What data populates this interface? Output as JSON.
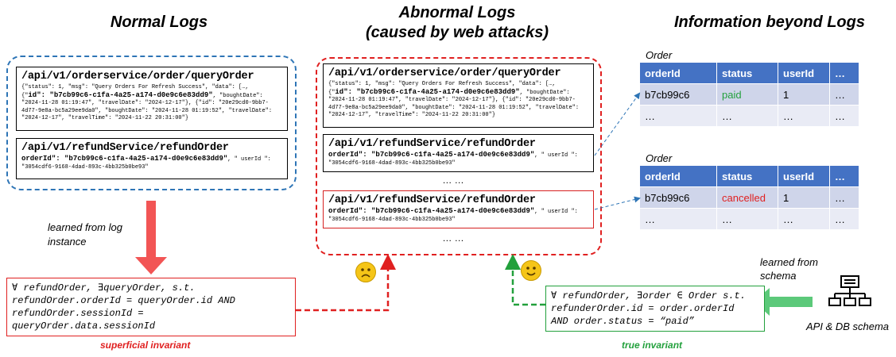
{
  "titles": {
    "normal": "Normal Logs",
    "abnormal_line1": "Abnormal Logs",
    "abnormal_line2": "(caused by web attacks)",
    "beyond": "Information beyond Logs"
  },
  "logs": {
    "query_api": "/api/v1/orderservice/order/queryOrder",
    "query_body_pre": "{\"status\": 1, \"msg\": \"Query Orders For Refresh Success\", \"data\": […,\n{\"",
    "query_id_key": "id",
    "query_id_val": "\": \"b7cb99c6-c1fa-4a25-a174-d0e9c6e83dd9\"",
    "query_body_post": ", \"boughtDate\": \"2024-11-28 01:19:47\", \"travelDate\": \"2024-12-17\"}, {\"id\": \"20e29cd0-9bb7-4d77-9e8a-bc5a29ee9da0\", \"boughtDate\": \"2024-11-28 01:19:52\", \"travelDate\": \"2024-12-17\", \"travelTime\": \"2024-11-22 20:31:00\"}",
    "refund_api": "/api/v1/refundService/refundOrder",
    "refund_key": "orderId",
    "refund_val": "\": \"b7cb99c6-c1fa-4a25-a174-d0e9c6e83dd9\"",
    "refund_post": ", \" userId \": \"3054cdf6-9168-4dad-893c-4bb325b0be93\"",
    "ellipsis": "… …"
  },
  "tables": [
    {
      "caption": "Order",
      "headers": [
        "orderId",
        "status",
        "userId",
        "…"
      ],
      "row1": [
        "b7cb99c6",
        "paid",
        "1",
        "…"
      ],
      "row2": [
        "…",
        "…",
        "…",
        "…"
      ],
      "status_color": "#22a03c"
    },
    {
      "caption": "Order",
      "headers": [
        "orderId",
        "status",
        "userId",
        "…"
      ],
      "row1": [
        "b7cb99c6",
        "cancelled",
        "1",
        "…"
      ],
      "row2": [
        "…",
        "…",
        "…",
        "…"
      ],
      "status_color": "#e02020"
    }
  ],
  "captions": {
    "learned_log": "learned from log instance",
    "learned_schema": "learned from schema",
    "schema_icon_label": "API & DB schema"
  },
  "invariants": {
    "superficial_lines": [
      "∀ refundOrder, ∃queryOrder, s.t.",
      "refundOrder.orderId = queryOrder.id AND",
      "refundOrder.sessionId =",
      "queryOrder.data.sessionId"
    ],
    "superficial_label": "superficial invariant",
    "true_lines": [
      "∀ refundOrder, ∃order ∈ Order s.t.",
      "refunderOrder.id = order.orderId",
      "AND order.status = “paid”"
    ],
    "true_label": "true invariant"
  },
  "colors": {
    "blue_dash": "#2e75b6",
    "red": "#e02020",
    "green": "#22a03c",
    "table_header": "#4472c4"
  },
  "icons": [
    "sad-face-icon",
    "smiley-face-icon",
    "schema-tree-icon"
  ]
}
